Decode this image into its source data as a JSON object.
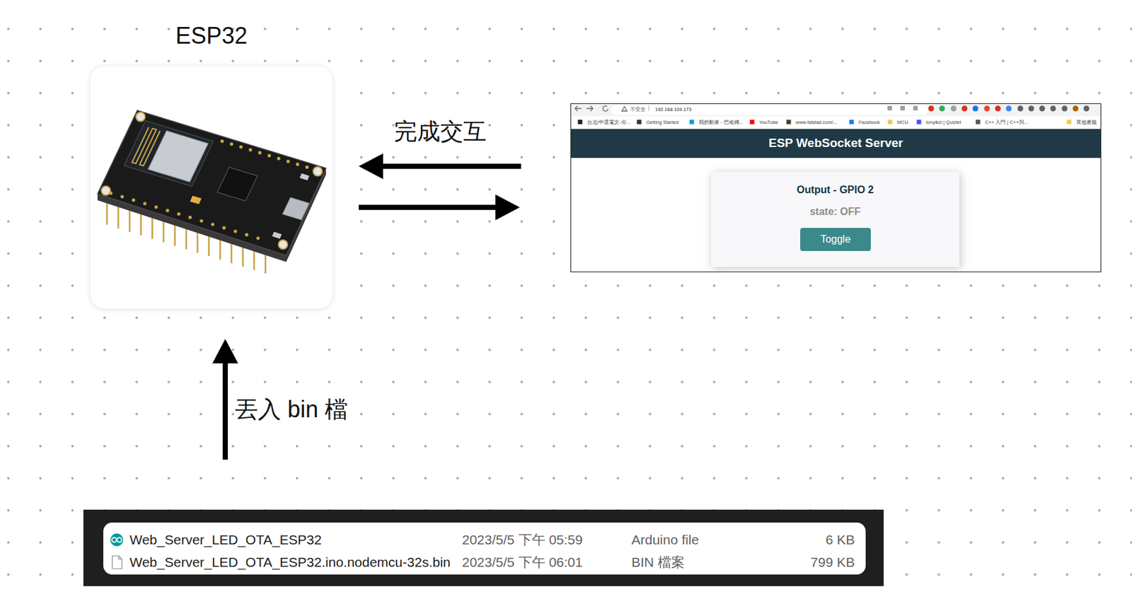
{
  "diagram": {
    "nodes": [
      {
        "text": [
          "ESP32"
        ]
      },
      {
        "text": [
          "不安全",
          "192.168.109.173"
        ]
      },
      {
        "text": [
          "ESP WebSocket Server"
        ],
        "in": 1
      },
      {
        "text": [
          "Output - GPIO 2",
          "state: OFF"
        ],
        "in": 1
      },
      {
        "text": [
          "Toggle"
        ],
        "in": 3
      },
      {
        "text": [
          "Web_Server_LED_OTA_ESP32",
          "2023/5/5 下午 05:59",
          "Arduino file",
          "6 KB",
          "Web_Server_LED_OTA_ESP32.ino.nodemcu-32s.bin",
          "2023/5/5 下午 06:01",
          "BIN 檔案",
          "799 KB"
        ]
      }
    ],
    "edges": [
      {
        "from": 1,
        "to": 0,
        "arrow": "to",
        "label": "完成交互"
      },
      {
        "from": 0,
        "to": 1,
        "arrow": "to"
      },
      {
        "from": 5,
        "to": 0,
        "arrow": "to",
        "label": "丟入 bin 檔"
      }
    ],
    "labels": [
      "台北/中選電文-壹...",
      "Getting Started",
      "我的動畫 - 巴哈姆...",
      "YouTube",
      "www.falstad.com/...",
      "Facebook",
      "MCU",
      "tonyikci | Quizlet",
      "C++ 入門 | C++與...",
      "其他書籤"
    ]
  }
}
